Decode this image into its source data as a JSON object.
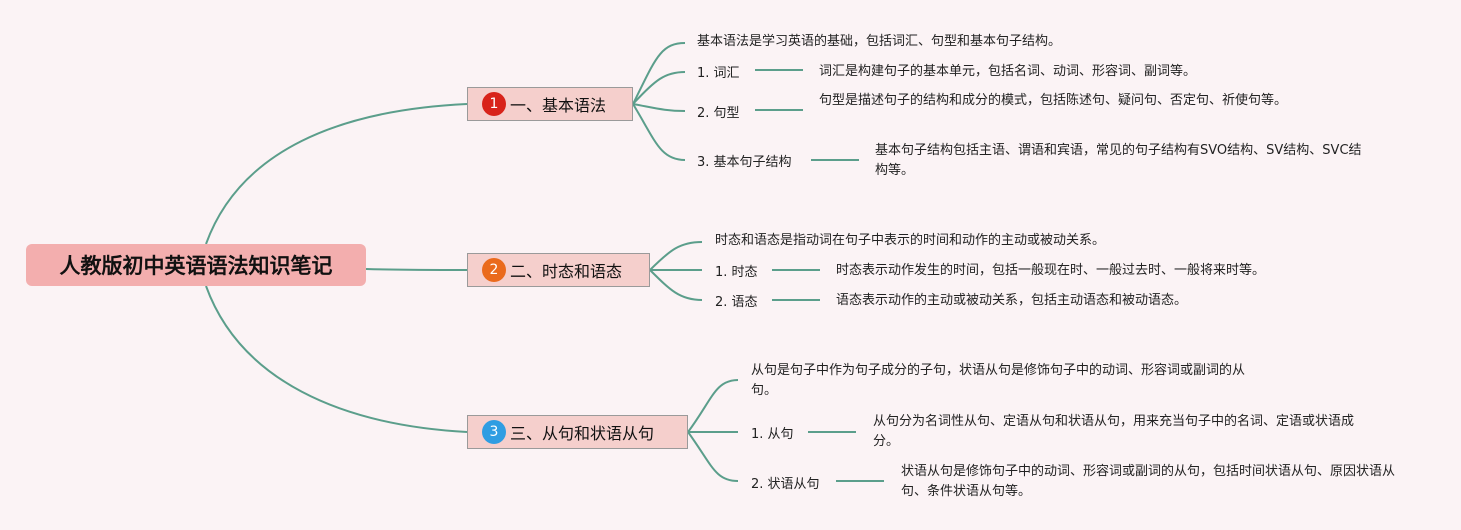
{
  "root": {
    "title": "人教版初中英语语法知识笔记"
  },
  "topics": [
    {
      "badge": "1",
      "badge_color": "#d8231a",
      "title": "一、基本语法",
      "intro": "基本语法是学习英语的基础，包括词汇、句型和基本句子结构。",
      "items": [
        {
          "label": "1. 词汇",
          "desc": "词汇是构建句子的基本单元，包括名词、动词、形容词、副词等。"
        },
        {
          "label": "2. 句型",
          "desc": "句型是描述句子的结构和成分的模式，包括陈述句、疑问句、否定句、祈使句等。"
        },
        {
          "label": "3. 基本句子结构",
          "desc": "基本句子结构包括主语、谓语和宾语，常见的句子结构有SVO结构、SV结构、SVC结构等。"
        }
      ]
    },
    {
      "badge": "2",
      "badge_color": "#ea6a1c",
      "title": "二、时态和语态",
      "intro": "时态和语态是指动词在句子中表示的时间和动作的主动或被动关系。",
      "items": [
        {
          "label": "1. 时态",
          "desc": "时态表示动作发生的时间，包括一般现在时、一般过去时、一般将来时等。"
        },
        {
          "label": "2. 语态",
          "desc": "语态表示动作的主动或被动关系，包括主动语态和被动语态。"
        }
      ]
    },
    {
      "badge": "3",
      "badge_color": "#2f9de2",
      "title": "三、从句和状语从句",
      "intro": "从句是句子中作为句子成分的子句，状语从句是修饰句子中的动词、形容词或副词的从句。",
      "items": [
        {
          "label": "1. 从句",
          "desc": "从句分为名词性从句、定语从句和状语从句，用来充当句子中的名词、定语或状语成分。"
        },
        {
          "label": "2. 状语从句",
          "desc": "状语从句是修饰句子中的动词、形容词或副词的从句，包括时间状语从句、原因状语从句、条件状语从句等。"
        }
      ]
    }
  ],
  "colors": {
    "background": "#fbf3f5",
    "connector": "#5b9e8b",
    "root_fill": "#f3aeae",
    "topic_fill": "#f5cfcc"
  }
}
